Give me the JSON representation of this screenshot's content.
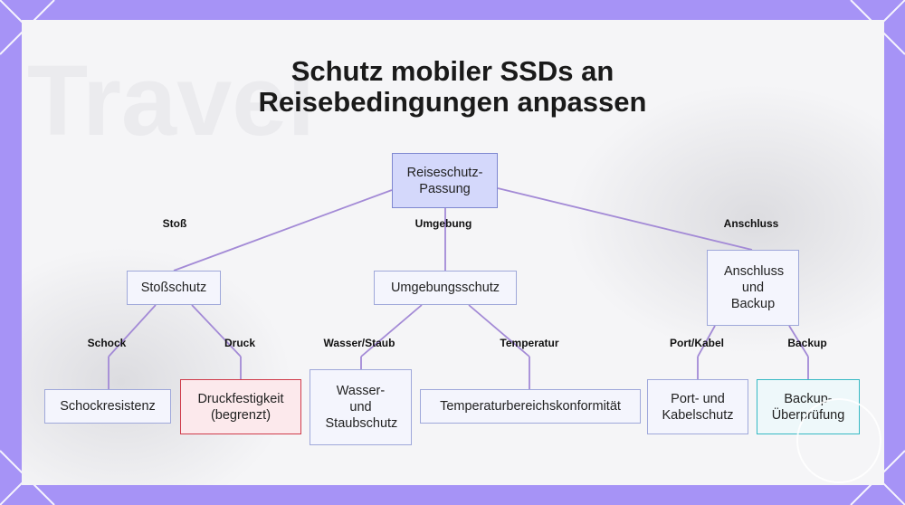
{
  "title_line1": "Schutz mobiler SSDs an",
  "title_line2": "Reisebedingungen anpassen",
  "background_text": [
    "Travel"
  ],
  "colors": {
    "frame": "#a693f6",
    "edge": "#a38ad6",
    "node_border": "#9fa8da",
    "root_fill": "#d4d8fb",
    "red_border": "#cf3b4a",
    "teal_border": "#36b9c4"
  },
  "nodes": {
    "root": "Reiseschutz-Passung",
    "shock": "Stoßschutz",
    "env": "Umgebungsschutz",
    "conn": "Anschluss und Backup",
    "shock_res": "Schockresistenz",
    "pressure": "Druckfestigkeit (begrenzt)",
    "water": "Wasser- und Staubschutz",
    "temp": "Temperaturbereichskonformität",
    "port": "Port- und Kabelschutz",
    "backup": "Backup-Überprüfung"
  },
  "edge_labels": {
    "shock": "Stoß",
    "env": "Umgebung",
    "conn": "Anschluss",
    "shock_res": "Schock",
    "pressure": "Druck",
    "water": "Wasser/Staub",
    "temp": "Temperatur",
    "port": "Port/Kabel",
    "backup": "Backup"
  }
}
